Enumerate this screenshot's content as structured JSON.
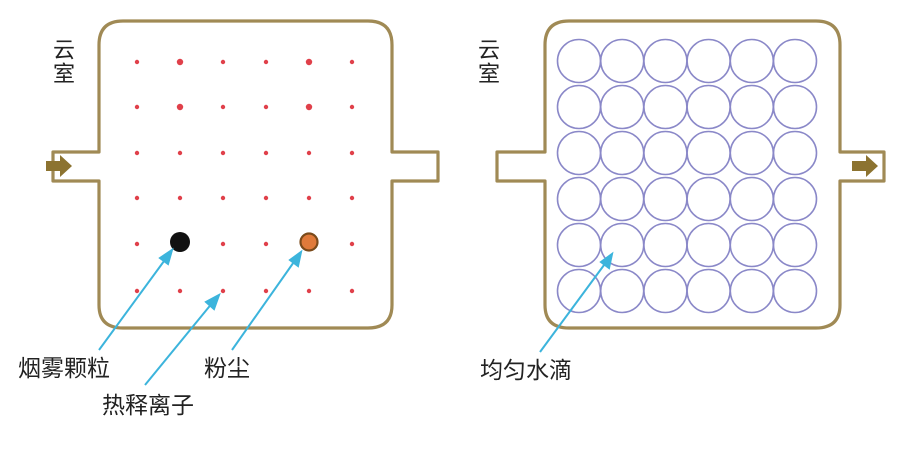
{
  "left_panel": {
    "chamber_label": "云室",
    "labels": {
      "smoke": "烟雾颗粒",
      "ions": "热释离子",
      "dust": "粉尘"
    },
    "dot_grid": {
      "rows": 6,
      "cols": 6
    }
  },
  "right_panel": {
    "chamber_label": "云室",
    "labels": {
      "droplets": "均匀水滴"
    },
    "droplet_grid": {
      "rows": 6,
      "cols": 6
    }
  },
  "colors": {
    "outline": "#a08a55",
    "arrow": "#8c7330",
    "ion_dot": "#e0404a",
    "smoke": "#111111",
    "dust_fill": "#e07a3a",
    "dust_ring": "#7a4a1a",
    "droplet_stroke": "#8a88c8",
    "pointer": "#3cb4dc"
  }
}
